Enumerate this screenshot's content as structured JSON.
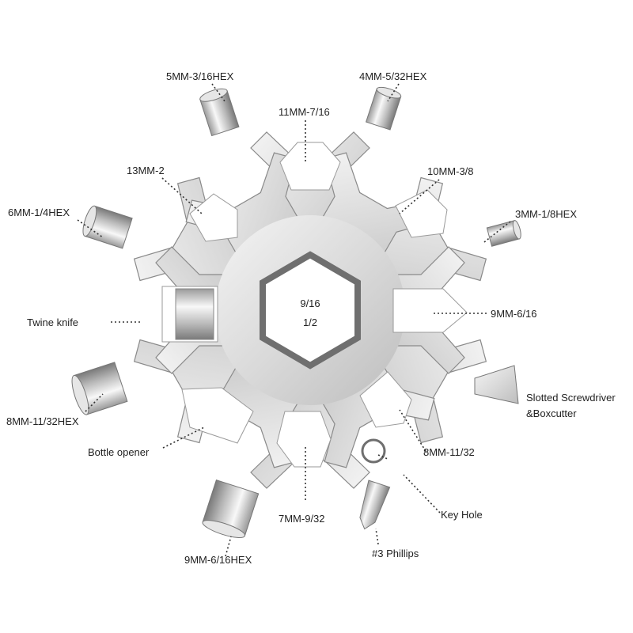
{
  "colors": {
    "background": "#ffffff",
    "steel_light": "#f1f1f1",
    "steel_mid": "#c9c9c9",
    "steel_dark": "#8a8a8a",
    "label_text": "#222222"
  },
  "diagram": {
    "center_sizes": [
      "9/16",
      "1/2"
    ],
    "labels": {
      "hex_5mm": "5MM-3/16HEX",
      "hex_4mm": "4MM-5/32HEX",
      "wrench_11mm": "11MM-7/16",
      "wrench_13mm": "13MM-2",
      "wrench_10mm": "10MM-3/8",
      "hex_6mm": "6MM-1/4HEX",
      "hex_3mm": "3MM-1/8HEX",
      "twine_knife": "Twine knife",
      "wrench_9mm": "9MM-6/16",
      "slotted_1": "Slotted Screwdriver",
      "slotted_2": "&Boxcutter",
      "hex_8mm": "8MM-11/32HEX",
      "wrench_8mm": "8MM-11/32",
      "bottle_opener": "Bottle opener",
      "key_hole": "Key Hole",
      "wrench_7mm": "7MM-9/32",
      "hex_9mm": "9MM-6/16HEX",
      "phillips": "#3 Phillips"
    }
  }
}
